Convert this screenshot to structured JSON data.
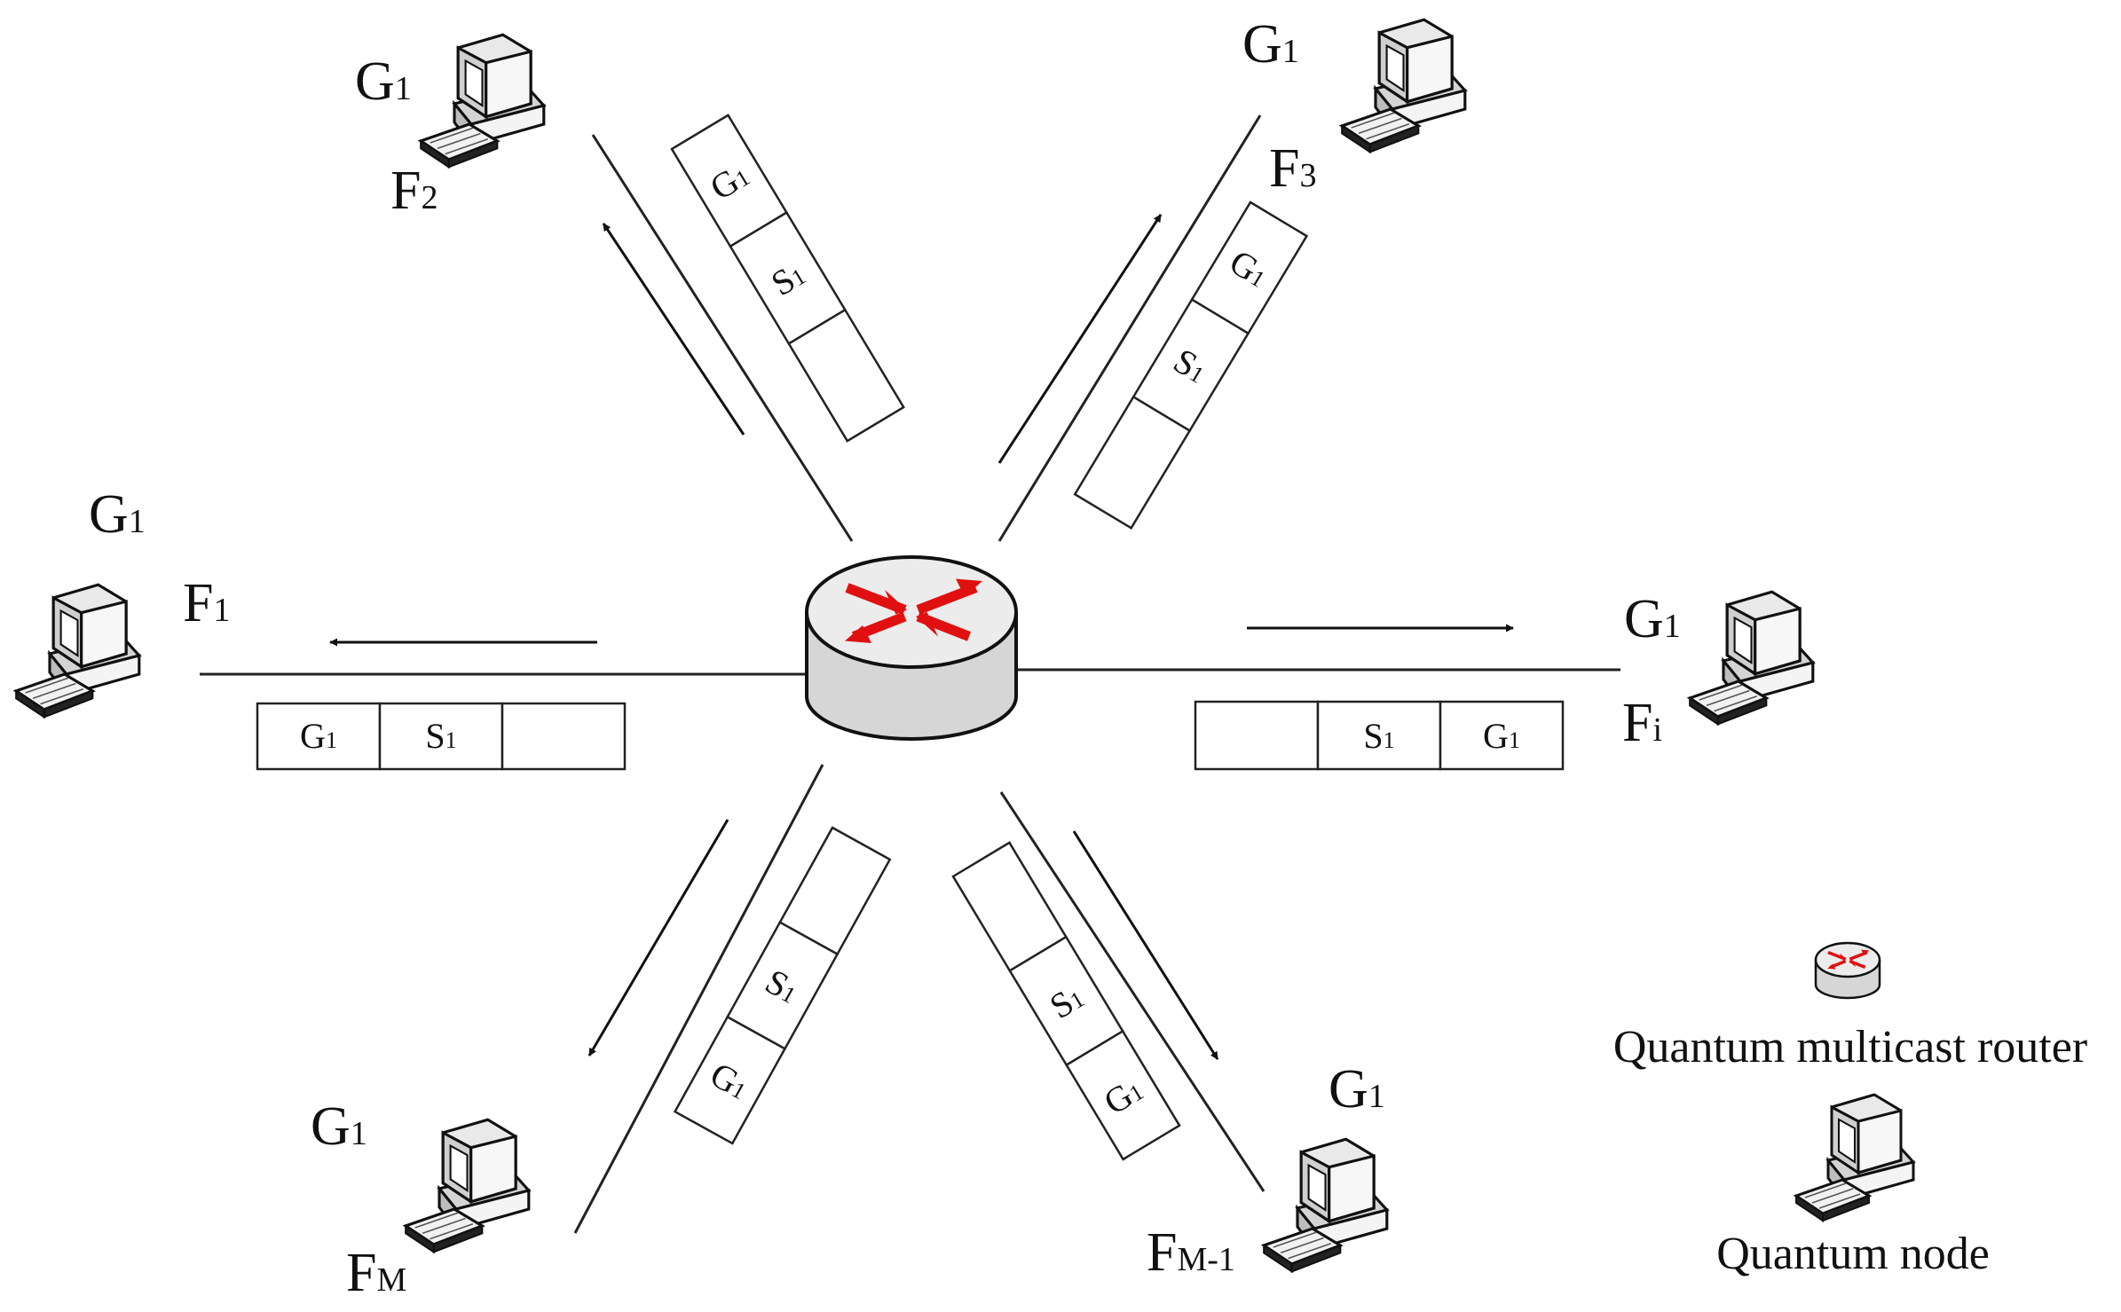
{
  "nodes": [
    {
      "id": "F2",
      "group": {
        "base": "G",
        "sub": "1"
      },
      "name": {
        "base": "F",
        "sub": "2"
      }
    },
    {
      "id": "F3",
      "group": {
        "base": "G",
        "sub": "1"
      },
      "name": {
        "base": "F",
        "sub": "3"
      }
    },
    {
      "id": "F1",
      "group": {
        "base": "G",
        "sub": "1"
      },
      "name": {
        "base": "F",
        "sub": "1"
      }
    },
    {
      "id": "Fi",
      "group": {
        "base": "G",
        "sub": "1"
      },
      "name": {
        "base": "F",
        "sub": "i"
      }
    },
    {
      "id": "FM",
      "group": {
        "base": "G",
        "sub": "1"
      },
      "name": {
        "base": "F",
        "sub": "M"
      }
    },
    {
      "id": "FM-1",
      "group": {
        "base": "G",
        "sub": "1"
      },
      "name": {
        "base": "F",
        "sub": "M-1"
      }
    }
  ],
  "packets": {
    "F1": [
      "G1",
      "S1",
      ""
    ],
    "Fi": [
      "",
      "S1",
      "G1"
    ],
    "F2": [
      "G1",
      "S1",
      ""
    ],
    "F3": [
      "G1",
      "S1",
      ""
    ],
    "FM": [
      "",
      "S1",
      "G1"
    ],
    "FM-1": [
      "",
      "S1",
      "G1"
    ]
  },
  "legend": {
    "router_label": "Quantum multicast router",
    "node_label": "Quantum node"
  },
  "colors": {
    "router_arrows": "#e01010",
    "router_body": "#e6e6e6",
    "lines": "#222222"
  }
}
